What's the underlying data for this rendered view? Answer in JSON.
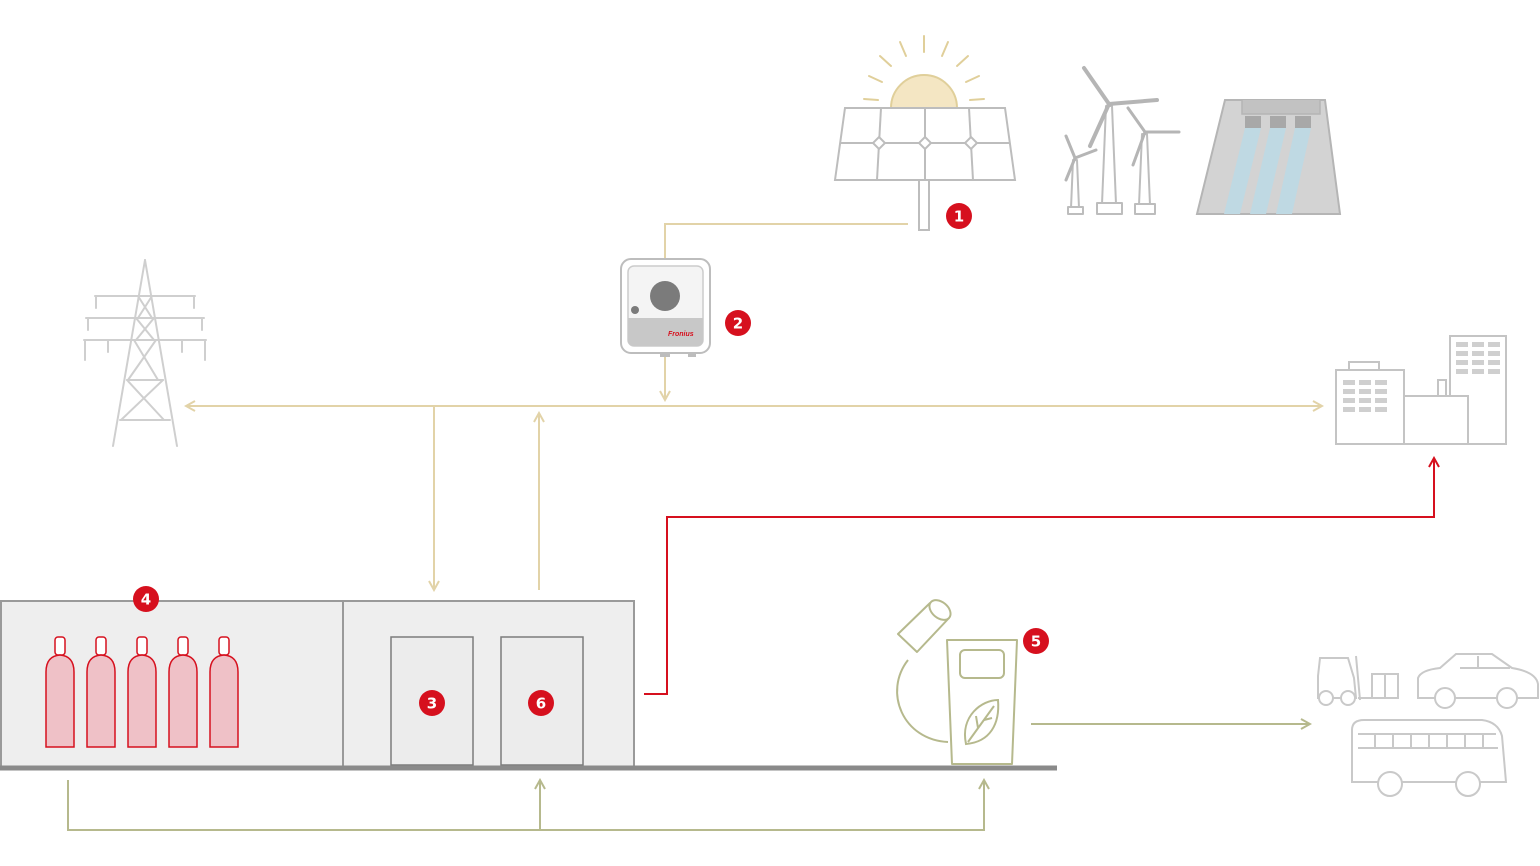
{
  "colors": {
    "energy_line": "#e2d3a8",
    "hydrogen_line": "#b6b98d",
    "heat_line": "#d6101e",
    "badge": "#d6101e",
    "icon_gray": "#a9a9a9",
    "container_fill": "#eeeeee",
    "cylinder_fill": "#efc1c7",
    "sun_fill": "#f4e6c3"
  },
  "badges": [
    {
      "id": "1",
      "label": "1",
      "component": "pv-plant"
    },
    {
      "id": "2",
      "label": "2",
      "component": "inverter"
    },
    {
      "id": "3",
      "label": "3",
      "component": "electrolyzer"
    },
    {
      "id": "4",
      "label": "4",
      "component": "hydrogen-storage"
    },
    {
      "id": "5",
      "label": "5",
      "component": "hydrogen-refueling-station"
    },
    {
      "id": "6",
      "label": "6",
      "component": "fuel-cell"
    }
  ],
  "inverter": {
    "logo_text": "Fronius"
  },
  "icons": {
    "sun": "sun-icon",
    "solar_panel": "solar-panel-icon",
    "wind_turbines": "wind-turbine-icon",
    "hydro_dam": "hydro-dam-icon",
    "grid_tower": "power-tower-icon",
    "factory": "factory-icon",
    "forklift": "forklift-icon",
    "car": "car-icon",
    "bus": "bus-icon",
    "leaf": "leaf-icon",
    "hydrogen_cylinder": "gas-cylinder-icon"
  }
}
